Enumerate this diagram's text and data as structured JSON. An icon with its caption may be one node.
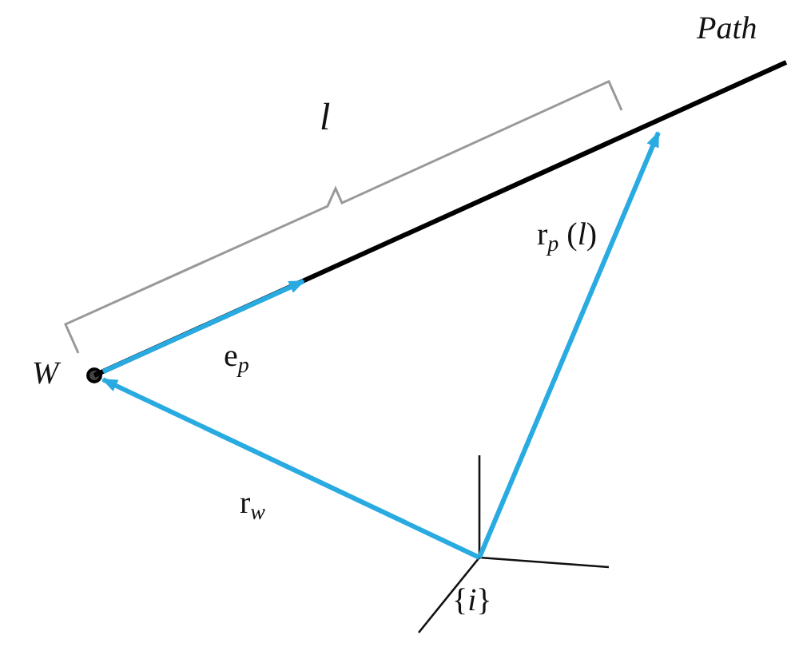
{
  "diagram": {
    "nodes": [
      {
        "text": [],
        "shape": "circle",
        "beside": [
          "W"
        ]
      },
      {
        "text": [
          "{*i*}"
        ]
      },
      {
        "text": [],
        "shape": "line",
        "beside": [
          "Path"
        ]
      }
    ],
    "edges": [
      {
        "from": 1,
        "to": 0,
        "arrow": "to",
        "label": "r$_{w}$"
      },
      {
        "from": 1,
        "to": 2,
        "arrow": "to",
        "label": "r$_{p}$ (*l*)"
      },
      {
        "from": 0,
        "to": 2,
        "arrow": "to",
        "label": "e$_{p}$"
      }
    ],
    "labels": [
      "l"
    ]
  }
}
